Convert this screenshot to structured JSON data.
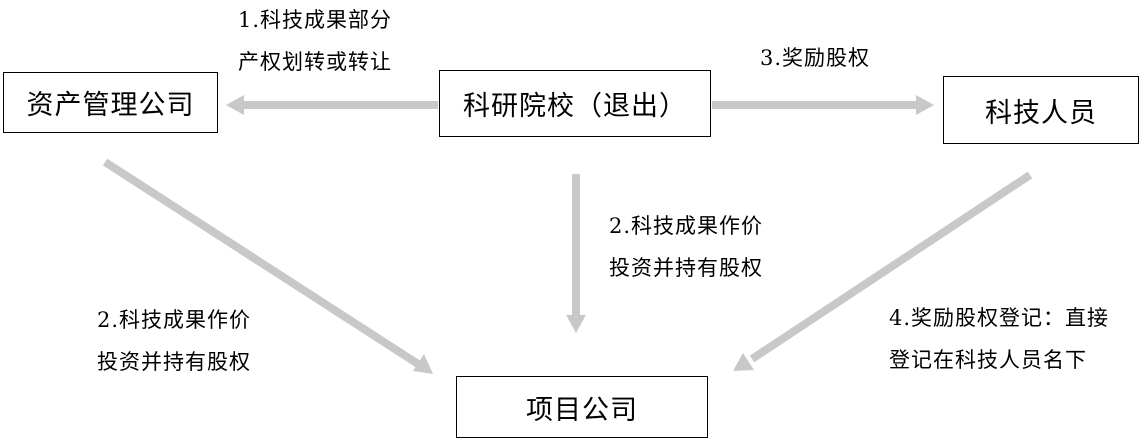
{
  "nodes": {
    "asset_company": "资产管理公司",
    "university": "科研院校（退出）",
    "tech_staff": "科技人员",
    "project_company": "项目公司"
  },
  "labels": {
    "transfer": [
      "1.科技成果部分",
      "产权划转或转让"
    ],
    "reward": "3.奖励股权",
    "invest_center": [
      "2.科技成果作价",
      "投资并持有股权"
    ],
    "invest_left": [
      "2.科技成果作价",
      "投资并持有股权"
    ],
    "register": [
      "4.奖励股权登记：直接",
      "登记在科技人员名下"
    ]
  }
}
